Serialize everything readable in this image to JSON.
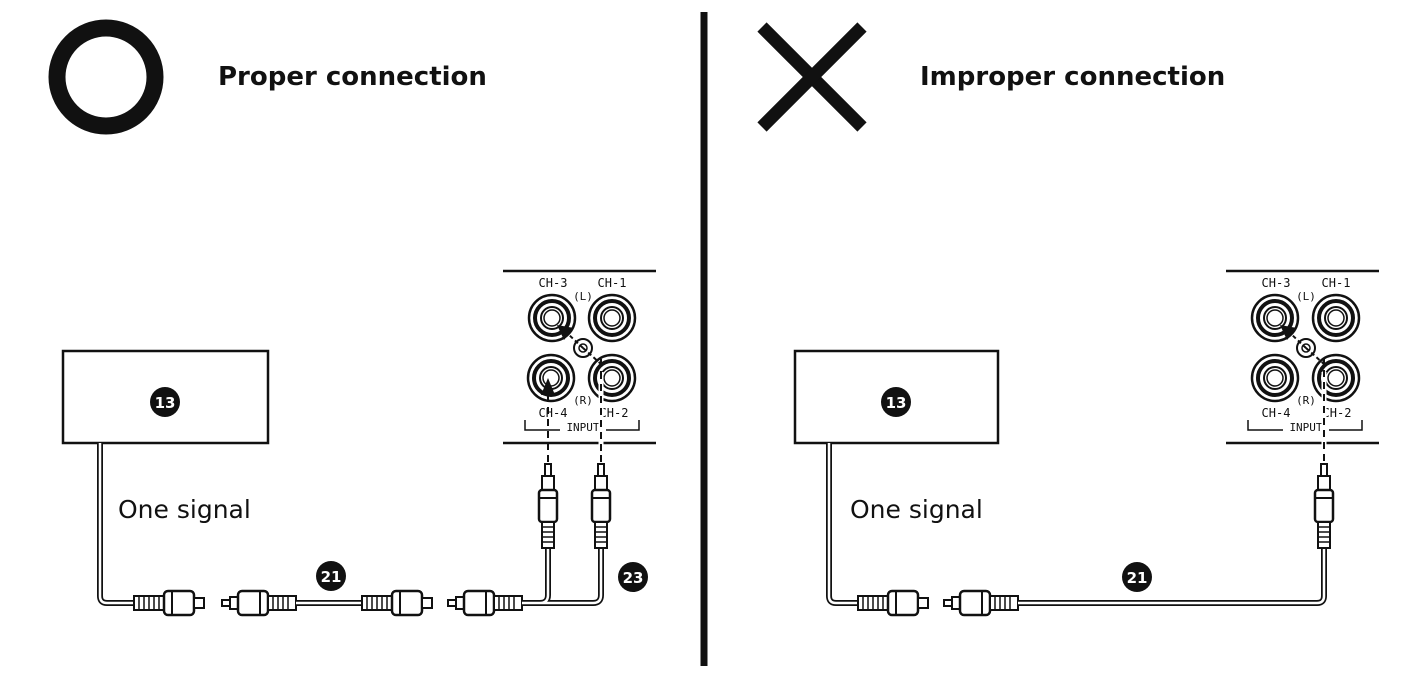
{
  "left_panel": {
    "mark": "circle-mark",
    "heading": "Proper connection",
    "source_device_number": "13",
    "signal_label": "One signal",
    "cable_number": "21",
    "adapter_number": "23"
  },
  "right_panel": {
    "mark": "cross-mark",
    "heading": "Improper connection",
    "source_device_number": "13",
    "signal_label": "One signal",
    "cable_number": "21"
  },
  "input_panel": {
    "ch3": "CH-3",
    "ch1": "CH-1",
    "ch4": "CH-4",
    "ch2": "CH-2",
    "left": "(L)",
    "right": "(R)",
    "input": "INPUT"
  },
  "colors": {
    "ink": "#111111",
    "background": "#ffffff"
  }
}
